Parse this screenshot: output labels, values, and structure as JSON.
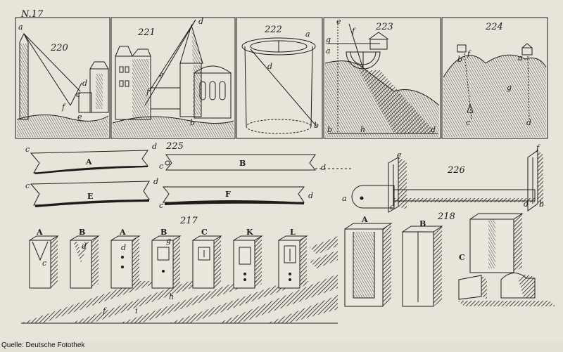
{
  "plate_number": "N.17",
  "figures": {
    "f220": {
      "number": "220",
      "labels": [
        "a",
        "c",
        "d",
        "f",
        "e"
      ]
    },
    "f221": {
      "number": "221",
      "labels": [
        "d",
        "e",
        "f",
        "b"
      ]
    },
    "f222": {
      "number": "222",
      "labels": [
        "a",
        "d",
        "b"
      ]
    },
    "f223": {
      "number": "223",
      "labels": [
        "e",
        "f",
        "g",
        "a",
        "b",
        "h",
        "d"
      ]
    },
    "f224": {
      "number": "224",
      "labels": [
        "b",
        "f",
        "a",
        "g",
        "c",
        "d"
      ]
    },
    "f225": {
      "number": "225",
      "labels": [
        "c",
        "d",
        "c",
        "d",
        "c",
        "d",
        "c",
        "d"
      ],
      "boards": [
        "A",
        "B",
        "E",
        "F"
      ]
    },
    "f226": {
      "number": "226",
      "labels": [
        "e",
        "f",
        "a",
        "c",
        "d",
        "b"
      ]
    },
    "f217": {
      "number": "217",
      "letters": [
        "A",
        "B",
        "A",
        "B",
        "C",
        "K",
        "L"
      ],
      "labels": [
        "c",
        "d",
        "d",
        "g",
        "f",
        "i",
        "h"
      ]
    },
    "f218": {
      "number": "218",
      "letters": [
        "A",
        "B",
        "C"
      ]
    }
  },
  "credit": "Quelle: Deutsche Fotothek"
}
